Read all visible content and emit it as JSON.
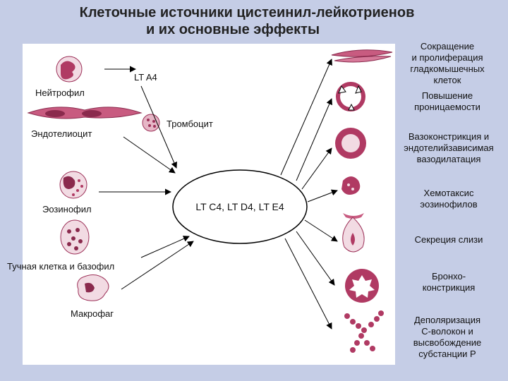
{
  "title": {
    "line1": "Клеточные источники цистеинил-лейкотриенов",
    "line2": "и их основные эффекты"
  },
  "sources": {
    "neutrophil": "Нейтрофил",
    "endothelial": "Эндотелиоцит",
    "eosinophil": "Эозинофил",
    "mast": "Тучная клетка и базофил",
    "macrophage": "Макрофаг",
    "platelet": "Тромбоцит"
  },
  "intermediate": "LT A4",
  "center": "LT C4, LT D4, LT E4",
  "effects": {
    "smooth_muscle": "Сокращение\nи пролиферация\nгладкомышечных\nклеток",
    "permeability": "Повышение\nпроницаемости",
    "vaso": "Вазоконстрикция и\nэндотелийзависимая\nвазодилатация",
    "chemotaxis": "Хемотаксис\nэозинофилов",
    "mucus": "Секреция слизи",
    "broncho": "Бронхо-\nконстрикция",
    "depol": "Деполяризация\nС-волокон и\nвысвобождение\nсубстанции Р"
  },
  "colors": {
    "background": "#c5cde6",
    "cell_fill": "#b03a63",
    "cell_light": "#f0d5df"
  }
}
